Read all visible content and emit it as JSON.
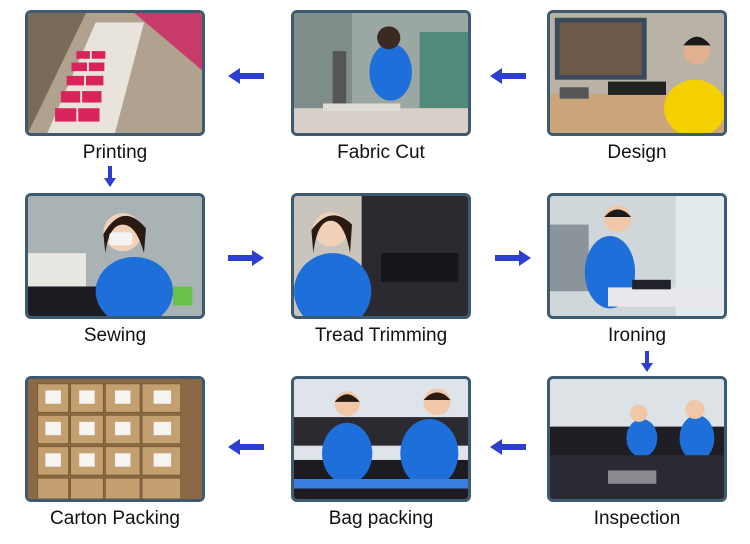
{
  "steps": [
    {
      "label": "Printing"
    },
    {
      "label": "Fabric Cut"
    },
    {
      "label": "Design"
    },
    {
      "label": "Sewing"
    },
    {
      "label": "Tread Trimming"
    },
    {
      "label": "Ironing"
    },
    {
      "label": "Carton Packing"
    },
    {
      "label": "Bag packing"
    },
    {
      "label": "Inspection"
    }
  ],
  "colors": {
    "arrow": "#2d3fd0",
    "frame": "#3d5a6e",
    "shirt": "#1e6fd9"
  }
}
